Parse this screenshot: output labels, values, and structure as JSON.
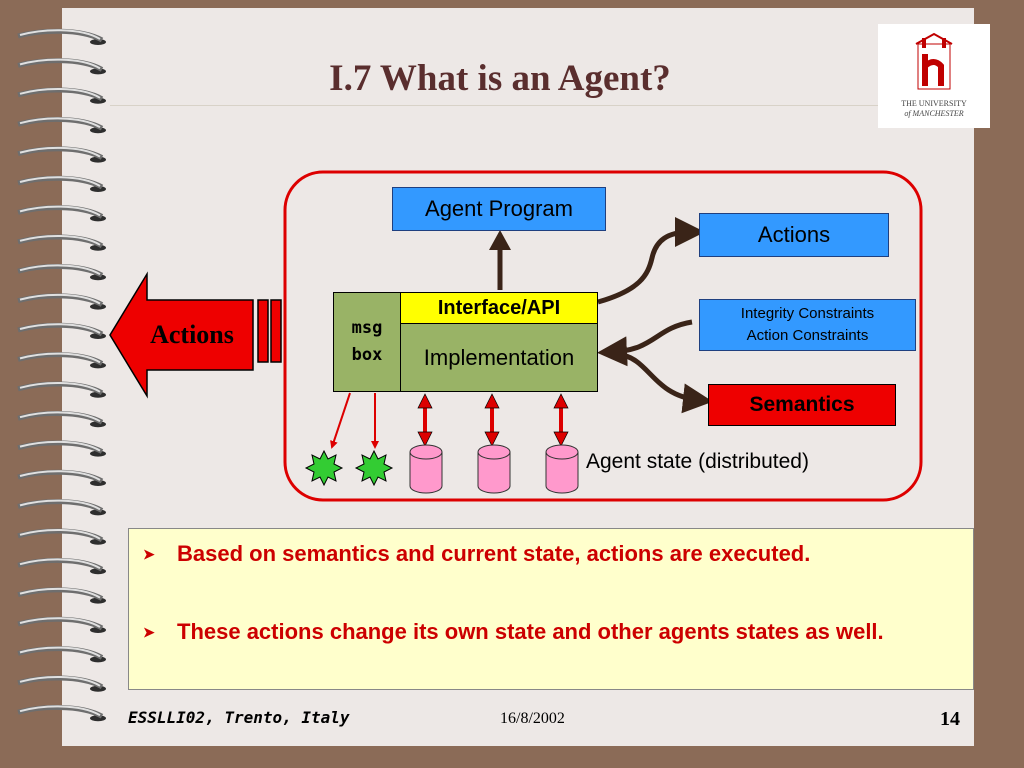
{
  "slide": {
    "title": "I.7 What is an Agent?",
    "logo": {
      "line1": "THE UNIVERSITY",
      "line2": "of MANCHESTER"
    }
  },
  "diagram": {
    "external_arrow_label": "Actions",
    "agent_program": "Agent Program",
    "msg_box": [
      "msg",
      "box"
    ],
    "interface_api": "Interface/API",
    "implementation": "Implementation",
    "actions": "Actions",
    "constraints": [
      "Integrity Constraints",
      "Action Constraints"
    ],
    "semantics": "Semantics",
    "agent_state": "Agent state (distributed)"
  },
  "bullets": [
    "Based on semantics and current state, actions are executed.",
    "These actions change its own state and other agents states as well."
  ],
  "footer": {
    "left": "ESSLLI02, Trento, Italy",
    "date": "16/8/2002",
    "page": "14"
  },
  "colors": {
    "background": "#8B6B57",
    "slide": "#EDE8E6",
    "title": "#5A2E2E",
    "frame_red": "#DD0000",
    "blue_box": "#3399FF",
    "green_box": "#99B366",
    "yellow": "#FFFF00",
    "db_pink": "#FF99CC",
    "bullet_text": "#CC0000",
    "info_bg": "#FFFFCC"
  }
}
